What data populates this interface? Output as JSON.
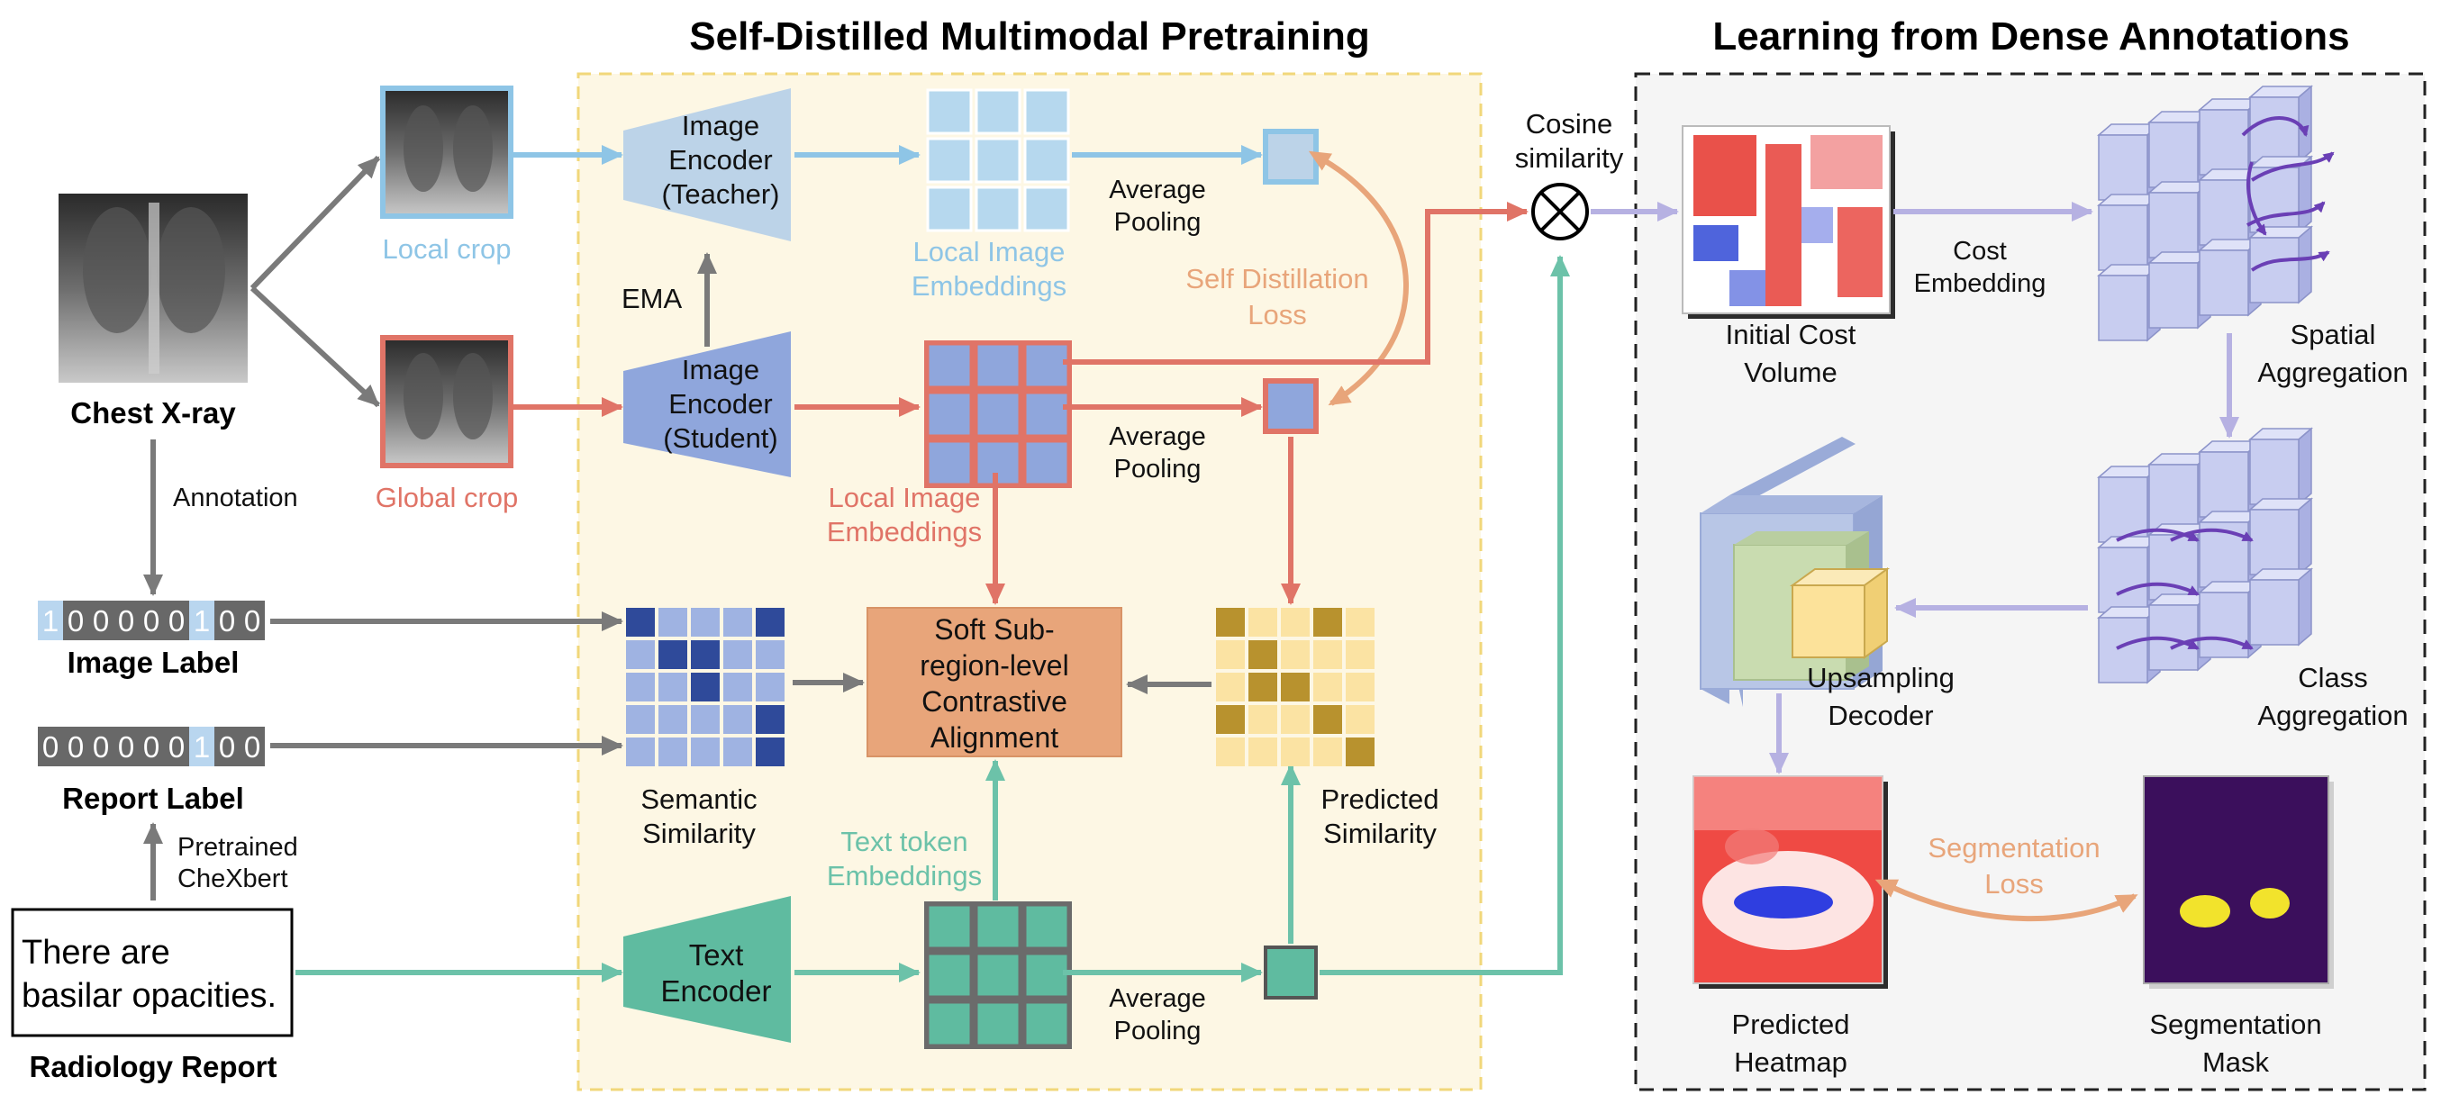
{
  "titles": {
    "left": "Self-Distilled Multimodal Pretraining",
    "right": "Learning from Dense Annotations"
  },
  "inputs": {
    "chest_xray": "Chest X-ray",
    "local_crop": "Local crop",
    "global_crop": "Global crop",
    "annotation": "Annotation",
    "image_label": "Image Label",
    "image_label_digits": [
      "1",
      "0",
      "0",
      "0",
      "0",
      "0",
      "1",
      "0",
      "0"
    ],
    "report_label": "Report Label",
    "report_label_digits": [
      "0",
      "0",
      "0",
      "0",
      "0",
      "0",
      "1",
      "0",
      "0"
    ],
    "pretrained_line1": "Pretrained",
    "pretrained_line2": "CheXbert",
    "report_text_line1": "There are",
    "report_text_line2": "basilar opacities.",
    "radiology_report": "Radiology Report"
  },
  "encoders": {
    "teacher": [
      "Image",
      "Encoder",
      "(Teacher)"
    ],
    "student": [
      "Image",
      "Encoder",
      "(Student)"
    ],
    "text": [
      "Text",
      "Encoder"
    ],
    "ema": "EMA"
  },
  "embeddings": {
    "local_image_teacher": [
      "Local Image",
      "Embeddings"
    ],
    "local_image_student": [
      "Local Image",
      "Embeddings"
    ],
    "text_token": [
      "Text token",
      "Embeddings"
    ],
    "average_pooling": [
      "Average",
      "Pooling"
    ]
  },
  "losses": {
    "self_distillation": [
      "Self Distillation",
      "Loss"
    ],
    "alignment": [
      "Soft Sub-",
      "region-level",
      "Contrastive",
      "Alignment"
    ],
    "segmentation": [
      "Segmentation",
      "Loss"
    ]
  },
  "similarity": {
    "semantic": [
      "Semantic",
      "Similarity"
    ],
    "predicted": [
      "Predicted",
      "Similarity"
    ],
    "cosine": [
      "Cosine",
      "similarity"
    ]
  },
  "dense": {
    "initial_cost": [
      "Initial Cost",
      "Volume"
    ],
    "cost_embedding": [
      "Cost",
      "Embedding"
    ],
    "spatial": [
      "Spatial",
      "Aggregation"
    ],
    "class_agg": [
      "Class",
      "Aggregation"
    ],
    "upsampling": [
      "Upsampling",
      "Decoder"
    ],
    "heatmap": [
      "Predicted",
      "Heatmap"
    ],
    "mask": [
      "Segmentation",
      "Mask"
    ]
  },
  "colors": {
    "blue_light": "#8ec5e6",
    "red": "#e07467",
    "teal": "#6cc2a9",
    "orange": "#e8a57a",
    "lavender": "#b6b1e2",
    "gray": "#7a7a7a"
  }
}
